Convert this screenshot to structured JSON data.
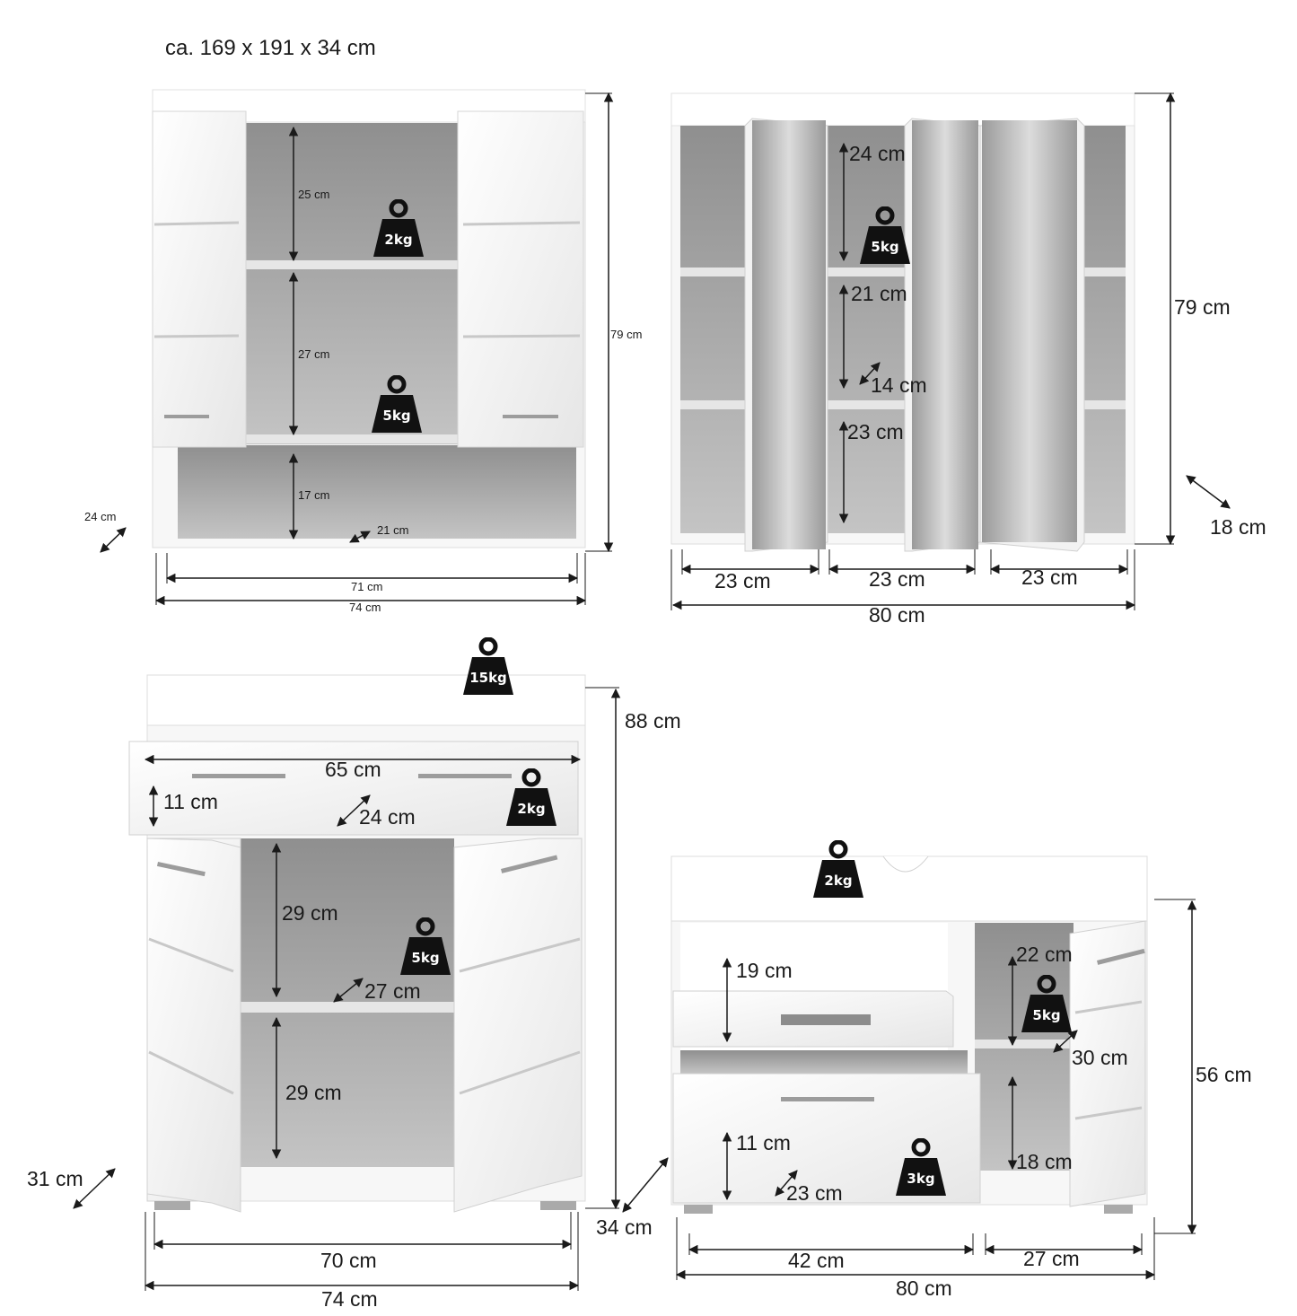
{
  "overall_size": "ca. 169 x 191 x 34 cm",
  "cabinet1": {
    "shelf_heights": [
      "25 cm",
      "27 cm",
      "17 cm"
    ],
    "depth_inner": "21 cm",
    "depth_outer": "24 cm",
    "height": "79 cm",
    "width_inner": "71 cm",
    "width_outer": "74 cm",
    "loads": [
      "2kg",
      "5kg"
    ]
  },
  "cabinet2": {
    "shelf_heights": [
      "24 cm",
      "21 cm",
      "23 cm"
    ],
    "shelf_depth": "14 cm",
    "depth": "18 cm",
    "height": "79 cm",
    "compartment_widths": [
      "23 cm",
      "23 cm",
      "23 cm"
    ],
    "width": "80 cm",
    "load": "5kg"
  },
  "cabinet3": {
    "top_load": "15kg",
    "height": "88 cm",
    "drawer_width": "65 cm",
    "drawer_height": "11 cm",
    "drawer_depth": "24 cm",
    "drawer_load": "2kg",
    "shelf_heights": [
      "29 cm",
      "29 cm"
    ],
    "shelf_depth": "27 cm",
    "shelf_load": "5kg",
    "depth": "31 cm",
    "width_inner": "70 cm",
    "width_outer": "74 cm"
  },
  "cabinet4": {
    "top_load": "2kg",
    "upper_drawer_height": "19 cm",
    "right_upper_height": "22 cm",
    "right_load": "5kg",
    "right_depth": "30 cm",
    "right_lower_height": "18 cm",
    "drawer_height": "11 cm",
    "drawer_depth": "23 cm",
    "drawer_load": "3kg",
    "height": "56 cm",
    "depth": "34 cm",
    "width_left": "42 cm",
    "width_right": "27 cm",
    "width": "80 cm"
  },
  "colors": {
    "line": "#1a1a1a",
    "panel": "#f4f4f4",
    "interior": "#a9a9a9",
    "weight": "#111111"
  }
}
